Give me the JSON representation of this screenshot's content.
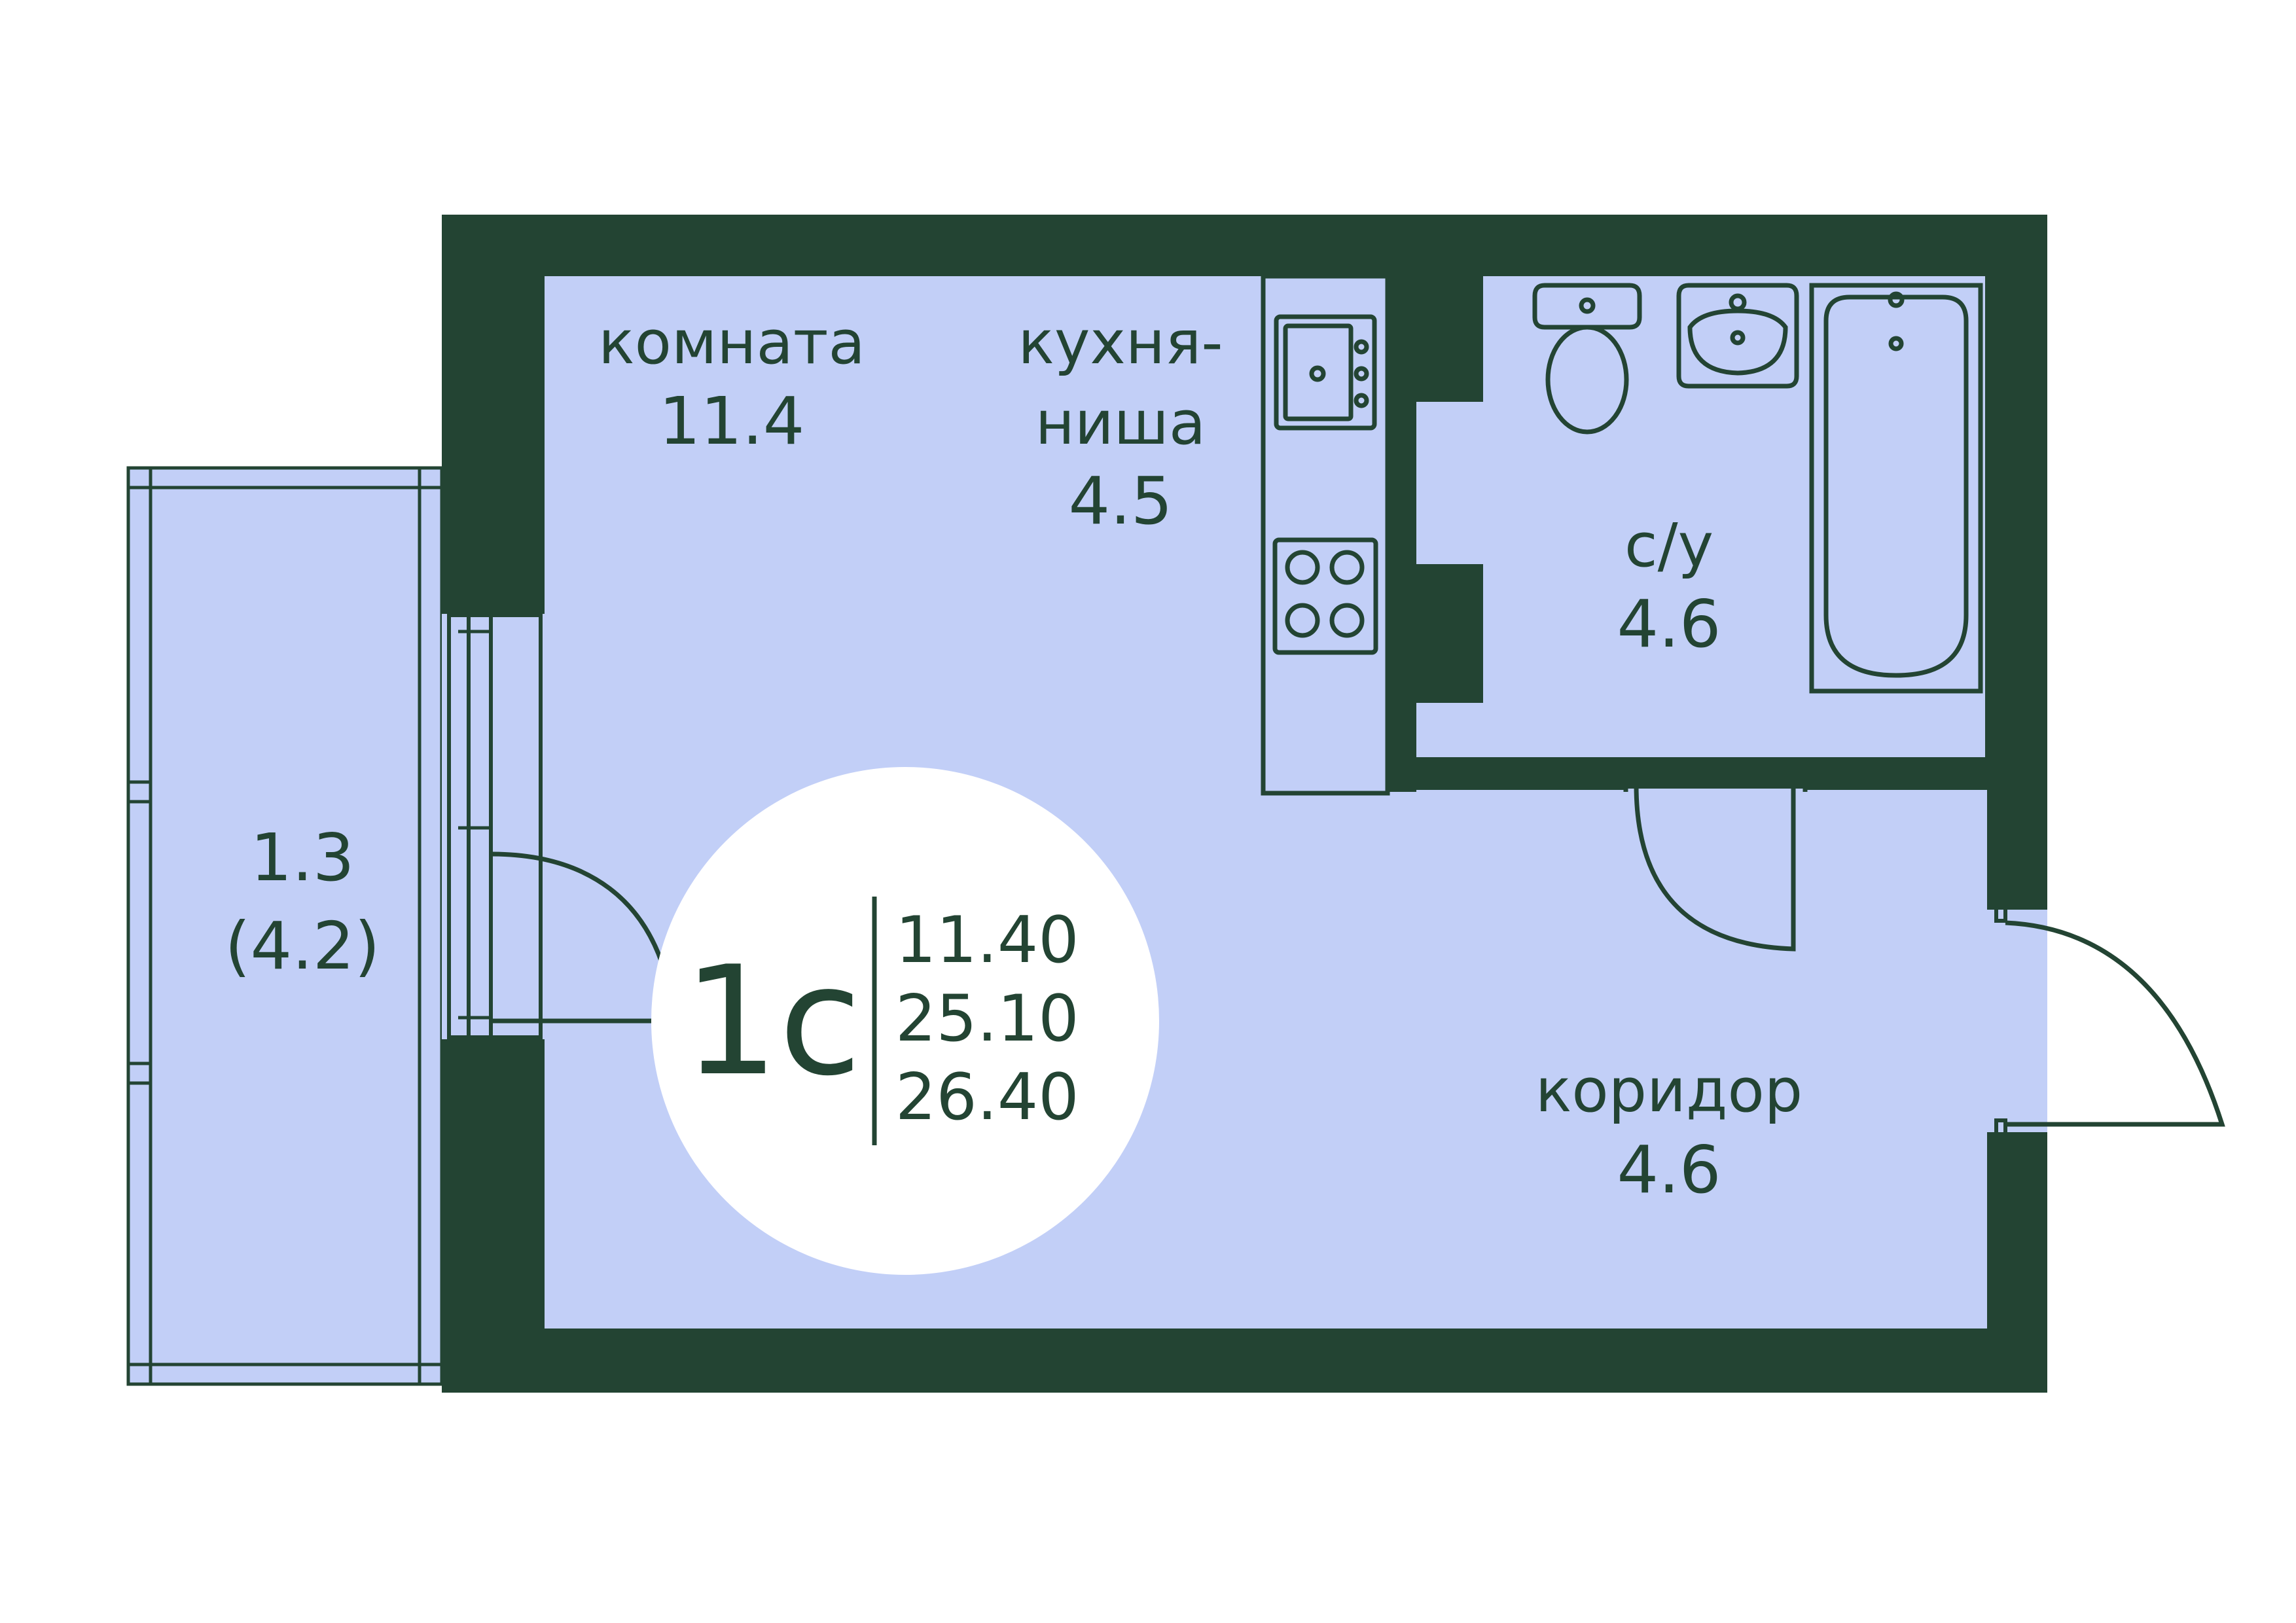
{
  "colors": {
    "wall": "#234433",
    "floor": "#c2cff7",
    "background": "#ffffff",
    "badge": "#ffffff"
  },
  "rooms": {
    "room": {
      "name": "комната",
      "area": "11.4"
    },
    "kitchen": {
      "name_line1": "кухня-",
      "name_line2": "ниша",
      "area": "4.5"
    },
    "bathroom": {
      "name": "с/у",
      "area": "4.6"
    },
    "corridor": {
      "name": "коридор",
      "area": "4.6"
    },
    "balcony": {
      "area": "1.3",
      "area_full": "(4.2)"
    }
  },
  "badge": {
    "type": "1с",
    "living_area": "11.40",
    "total_area": "25.10",
    "total_with_balcony": "26.40"
  },
  "fixtures": [
    "sink-icon",
    "stove-icon",
    "toilet-icon",
    "washbasin-icon",
    "bathtub-icon"
  ]
}
